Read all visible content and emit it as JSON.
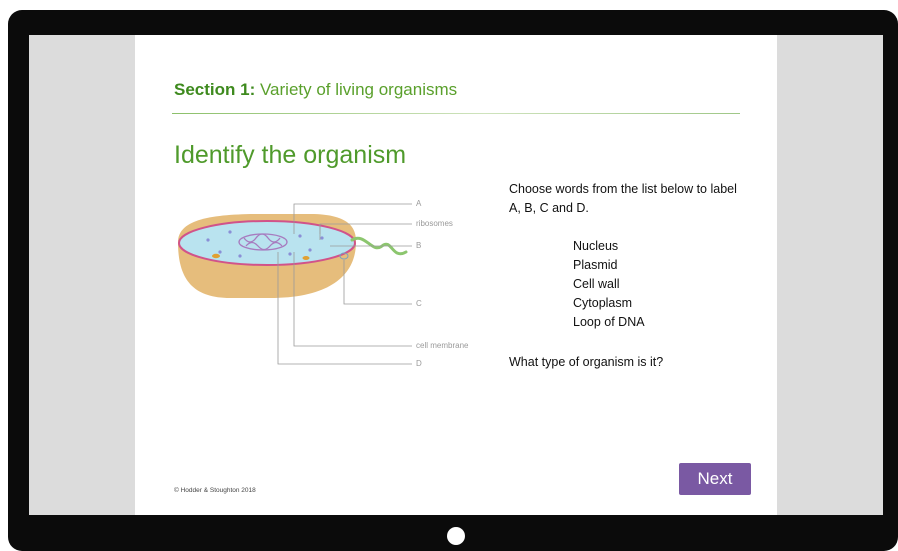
{
  "section": {
    "prefix": "Section 1:",
    "title": "Variety of living organisms"
  },
  "heading": "Identify the organism",
  "diagram": {
    "labels": {
      "a": "A",
      "ribosomes": "ribosomes",
      "b": "B",
      "c": "C",
      "cell_membrane": "cell membrane",
      "d": "D"
    }
  },
  "instructions": "Choose words from the list below to label A, B, C and D.",
  "word_list": [
    "Nucleus",
    "Plasmid",
    "Cell wall",
    "Cytoplasm",
    "Loop of DNA"
  ],
  "question": "What type of organism is it?",
  "copyright": "© Hodder & Stoughton 2018",
  "next_button": "Next",
  "colors": {
    "accent_green": "#4f9a2b",
    "button_purple": "#7a59a3",
    "monitor_bezel": "#0b0b0b"
  }
}
